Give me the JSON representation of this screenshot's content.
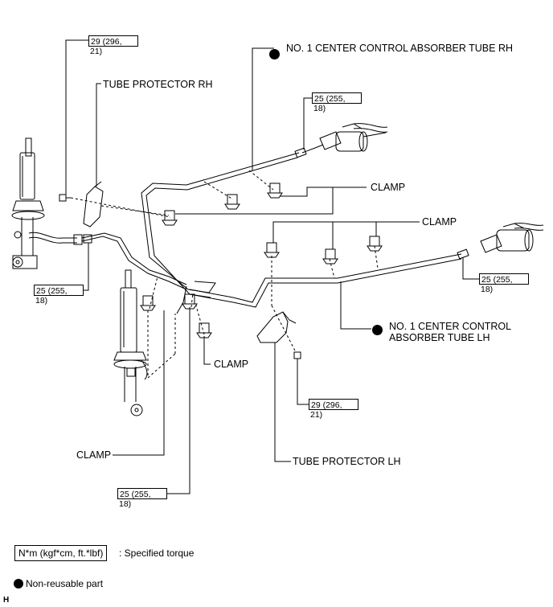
{
  "labels": {
    "center_tube_rh": "NO. 1 CENTER CONTROL ABSORBER TUBE RH",
    "center_tube_lh_line1": "NO. 1 CENTER CONTROL",
    "center_tube_lh_line2": "ABSORBER TUBE LH",
    "tube_protector_rh": "TUBE PROTECTOR RH",
    "tube_protector_lh": "TUBE PROTECTOR LH",
    "clamp_upper": "CLAMP",
    "clamp_middle": "CLAMP",
    "clamp_lower": "CLAMP",
    "clamp_left": "CLAMP"
  },
  "torques": {
    "bolt_rh": {
      "line1": "29 (296,",
      "line2": "21)"
    },
    "nut_rh_top": {
      "line1": "25 (255,",
      "line2": "18)"
    },
    "nut_left": {
      "line1": "25 (255,",
      "line2": "18)"
    },
    "nut_right": {
      "line1": "25 (255,",
      "line2": "18)"
    },
    "bolt_lh": {
      "line1": "29 (296,",
      "line2": "21)"
    },
    "nut_bottom": {
      "line1": "25 (255,",
      "line2": "18)"
    }
  },
  "legend": {
    "torque_box": "N*m (kgf*cm, ft.*lbf)",
    "torque_desc": ": Specified torque",
    "nonreusable_desc": "Non-reusable part"
  },
  "corner_mark": "H"
}
